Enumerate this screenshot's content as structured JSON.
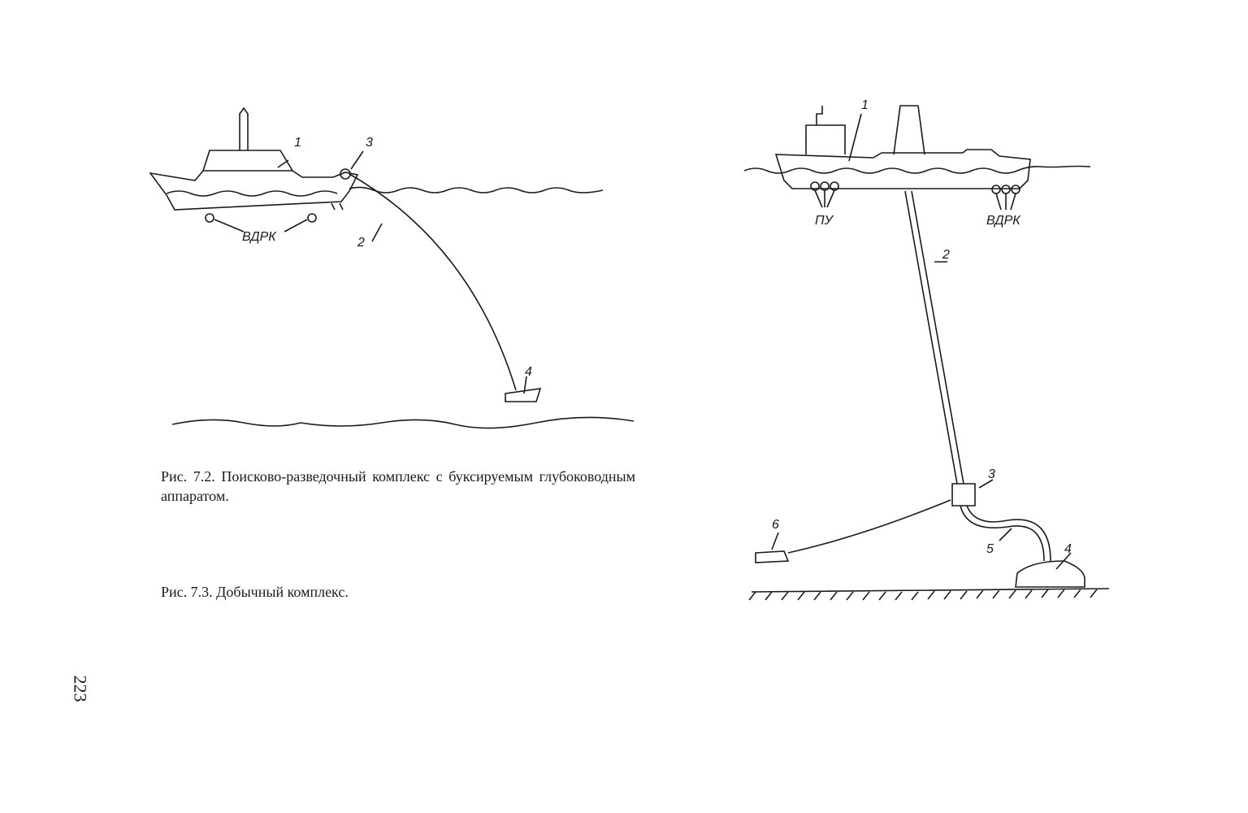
{
  "figure_7_2": {
    "caption": "Рис. 7.2. Поисково-разведочный комплекс с буксируемым глубоководным аппаратом.",
    "labels": {
      "ship": "1",
      "cable": "2",
      "winch": "3",
      "vehicle": "4",
      "thrusters": "ВДРК"
    }
  },
  "figure_7_3": {
    "caption": "Рис. 7.3. Добычный комплекс.",
    "labels": {
      "ship": "1",
      "pipe": "2",
      "module": "3",
      "collector": "4",
      "hose": "5",
      "vehicle": "6",
      "pu": "ПУ",
      "thrusters": "ВДРК"
    }
  },
  "page_number": "223"
}
